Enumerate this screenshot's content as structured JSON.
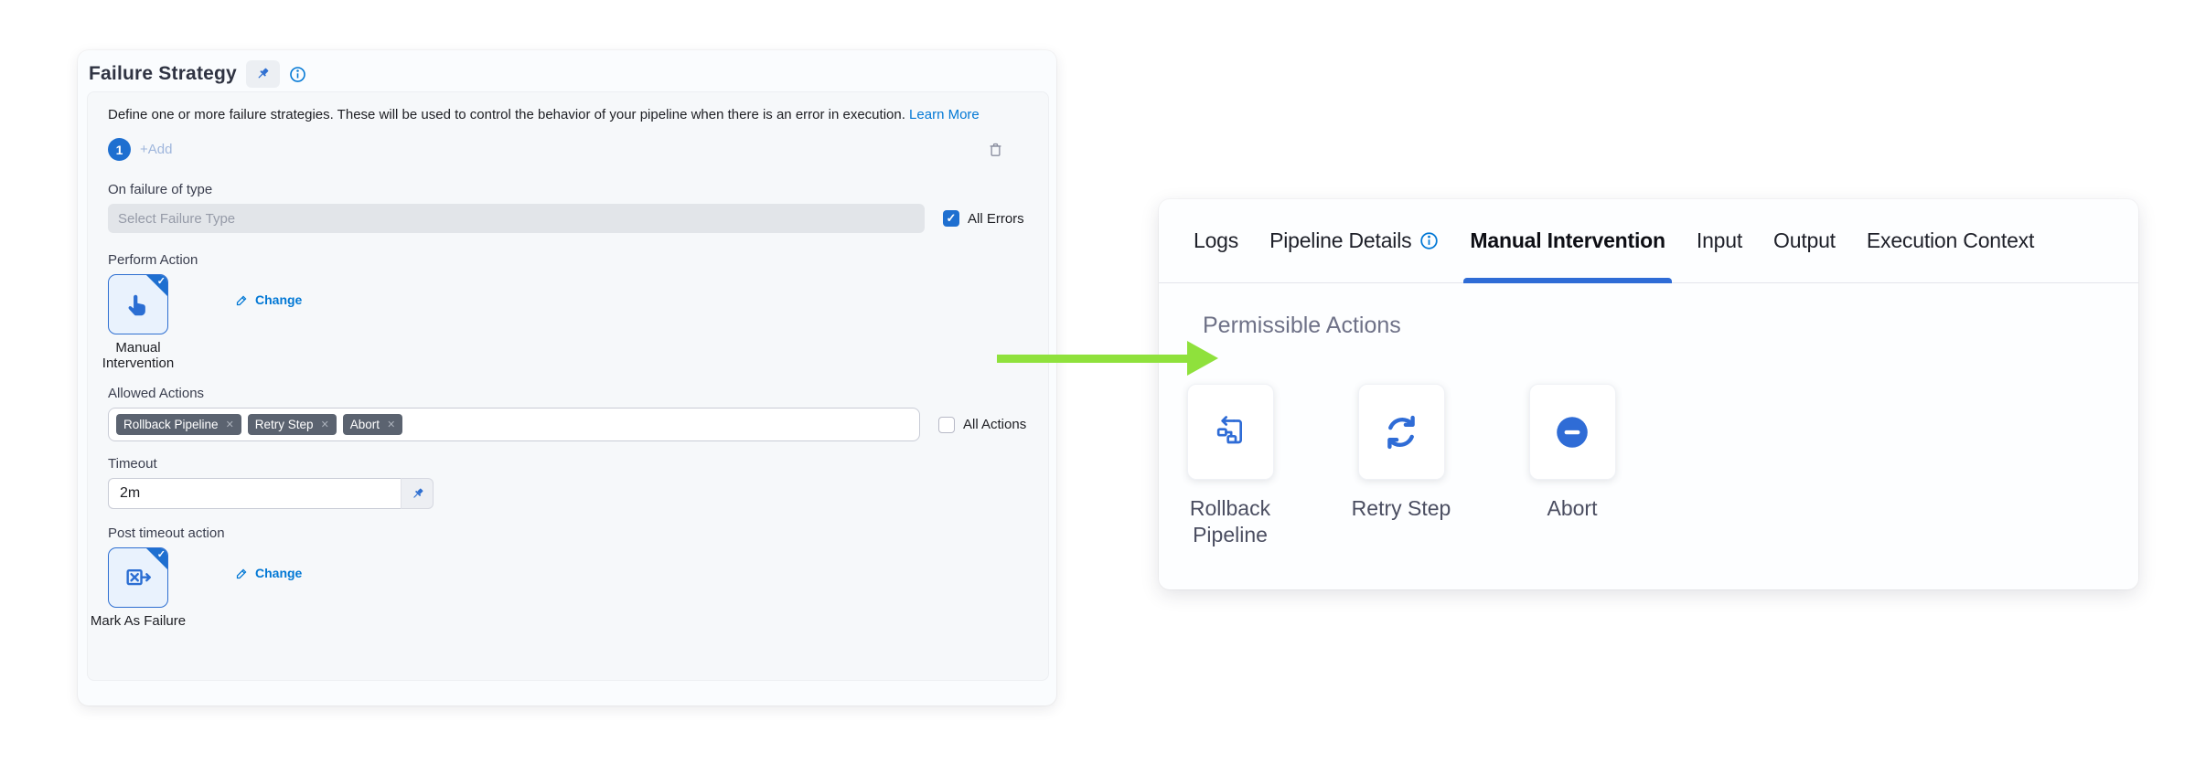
{
  "glyphs": {
    "check": "✓",
    "close": "✕"
  },
  "left_panel": {
    "title": "Failure Strategy",
    "description": "Define one or more failure strategies. These will be used to control the behavior of your pipeline when there is an error in execution.",
    "learn_more_label": "Learn More",
    "strategy_badge": "1",
    "add_label": "+Add",
    "on_failure_label": "On failure of type",
    "failure_type_placeholder": "Select Failure Type",
    "all_errors_label": "All Errors",
    "perform_action_label": "Perform Action",
    "perform_action_selected": "Manual Intervention",
    "change_label": "Change",
    "allowed_actions_label": "Allowed Actions",
    "allowed_tags": [
      "Rollback Pipeline",
      "Retry Step",
      "Abort"
    ],
    "all_actions_label": "All Actions",
    "timeout_label": "Timeout",
    "timeout_value": "2m",
    "post_timeout_label": "Post timeout action",
    "post_timeout_selected": "Mark As Failure"
  },
  "right_panel": {
    "tabs": [
      {
        "label": "Logs",
        "active": false
      },
      {
        "label": "Pipeline Details",
        "active": false,
        "has_info_icon": true
      },
      {
        "label": "Manual Intervention",
        "active": true
      },
      {
        "label": "Input",
        "active": false
      },
      {
        "label": "Output",
        "active": false
      },
      {
        "label": "Execution Context",
        "active": false
      }
    ],
    "section_title": "Permissible Actions",
    "actions": [
      {
        "label": "Rollback Pipeline",
        "icon": "rollback-pipeline-icon"
      },
      {
        "label": "Retry Step",
        "icon": "retry-icon"
      },
      {
        "label": "Abort",
        "icon": "abort-icon"
      }
    ]
  },
  "colors": {
    "accent": "#0278d5",
    "active_tab_underline": "#2f6cd6",
    "tag_background": "#5b6370",
    "annotation_arrow_green": "#8fe13c",
    "icon_blue": "#2b6ed3",
    "checkbox_blue": "#1e6fd0"
  }
}
